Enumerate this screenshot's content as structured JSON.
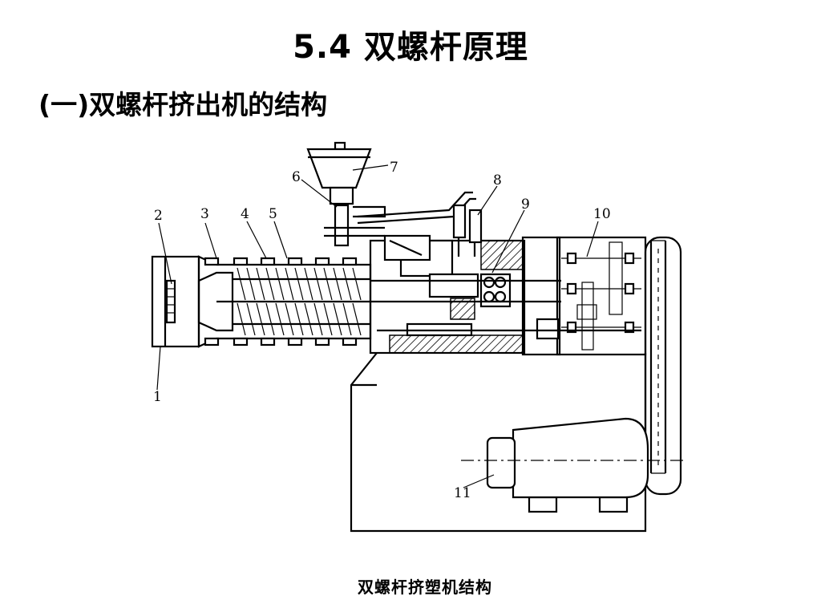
{
  "title": "5.4 双螺杆原理",
  "subtitle": "(一)双螺杆挤出机的结构",
  "caption": "双螺杆挤塑机结构",
  "callouts": [
    "1",
    "2",
    "3",
    "4",
    "5",
    "6",
    "7",
    "8",
    "9",
    "10",
    "11"
  ]
}
